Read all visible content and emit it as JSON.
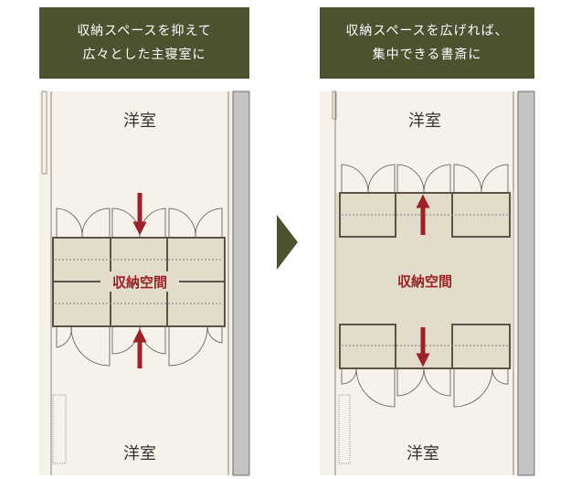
{
  "left": {
    "caption": [
      "収納スペースを抑えて",
      "広々とした主寝室に"
    ],
    "room_top": "洋室",
    "room_bottom": "洋室",
    "storage_label": "収納空間"
  },
  "right": {
    "caption": [
      "収納スペースを広げれば、",
      "集中できる書斎に"
    ],
    "room_top": "洋室",
    "room_bottom": "洋室",
    "storage_label": "収納空間"
  },
  "colors": {
    "header": "#4b522f",
    "arrow": "#9b2226",
    "storage": "#e3dccb",
    "floor": "#f6f2ea",
    "wall": "#c4c4c4"
  }
}
